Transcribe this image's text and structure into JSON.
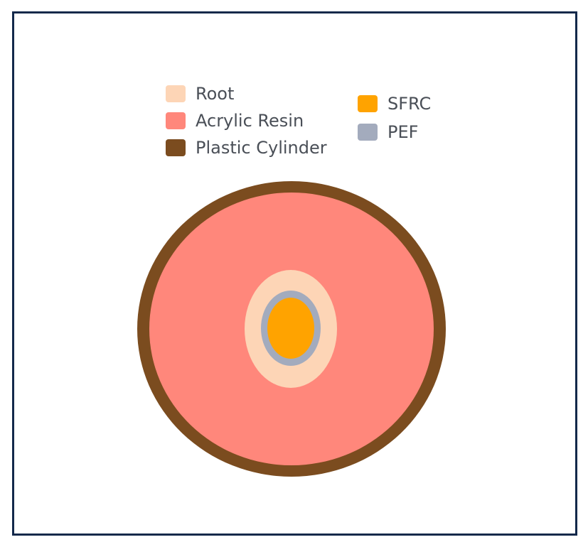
{
  "legend": {
    "root": {
      "label": "Root",
      "color": "#fdd5b6"
    },
    "acrylic_resin": {
      "label": "Acrylic Resin",
      "color": "#ff877b"
    },
    "plastic_cylinder": {
      "label": "Plastic Cylinder",
      "color": "#7b4c1f"
    },
    "sfrc": {
      "label": "SFRC",
      "color": "#ffa300"
    },
    "pef": {
      "label": "PEF",
      "color": "#a3abbd"
    }
  },
  "frame_color": "#13294b"
}
